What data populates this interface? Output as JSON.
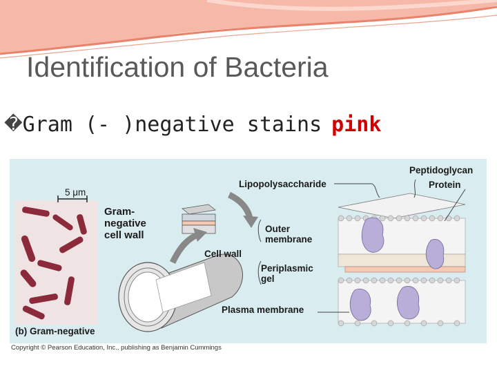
{
  "slide": {
    "title": "Identification of Bacteria",
    "bullet": {
      "glyph": "�",
      "text": "Gram (- )negative stains",
      "highlight": "pink",
      "highlight_color": "#d00000"
    }
  },
  "figure": {
    "scale_bar": "5 μm",
    "caption": "(b) Gram-negative",
    "labels": {
      "gram_negative_cell_wall": [
        "Gram-",
        "negative",
        "cell wall"
      ],
      "lipopolysaccharide": "Lipopolysaccharide",
      "peptidoglycan": "Peptidoglycan",
      "protein": "Protein",
      "outer_membrane": [
        "Outer",
        "membrane"
      ],
      "cell_wall": "Cell wall",
      "periplasmic_gel": [
        "Periplasmic",
        "gel"
      ],
      "plasma_membrane": "Plasma membrane"
    },
    "copyright": "Copyright © Pearson Education, Inc., publishing as Benjamin Cummings"
  }
}
